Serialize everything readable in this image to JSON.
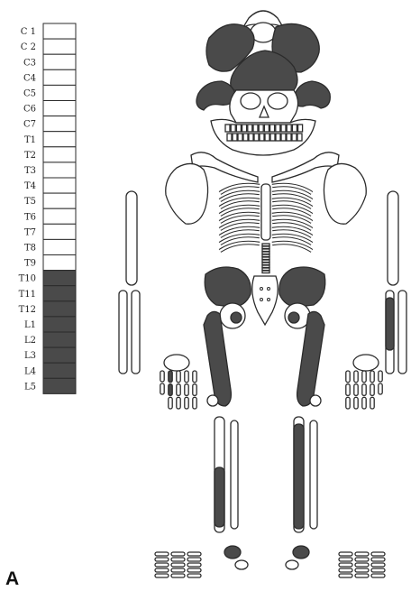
{
  "panel_label": "A",
  "colors": {
    "affected": "#4a4a4a",
    "normal": "#ffffff",
    "outline": "#2b2b2b"
  },
  "vertebral_column": {
    "levels": [
      {
        "label": "C 1",
        "affected": false
      },
      {
        "label": "C 2",
        "affected": false
      },
      {
        "label": "C3",
        "affected": false
      },
      {
        "label": "C4",
        "affected": false
      },
      {
        "label": "C5",
        "affected": false
      },
      {
        "label": "C6",
        "affected": false
      },
      {
        "label": "C7",
        "affected": false
      },
      {
        "label": "T1",
        "affected": false
      },
      {
        "label": "T2",
        "affected": false
      },
      {
        "label": "T3",
        "affected": false
      },
      {
        "label": "T4",
        "affected": false
      },
      {
        "label": "T5",
        "affected": false
      },
      {
        "label": "T6",
        "affected": false
      },
      {
        "label": "T7",
        "affected": false
      },
      {
        "label": "T8",
        "affected": false
      },
      {
        "label": "T9",
        "affected": false
      },
      {
        "label": "T10",
        "affected": true
      },
      {
        "label": "T11",
        "affected": true
      },
      {
        "label": "T12",
        "affected": true
      },
      {
        "label": "L1",
        "affected": true
      },
      {
        "label": "L2",
        "affected": true
      },
      {
        "label": "L3",
        "affected": true
      },
      {
        "label": "L4",
        "affected": true
      },
      {
        "label": "L5",
        "affected": true
      }
    ]
  },
  "skeleton": {
    "affected_regions": [
      "skull",
      "pelvis",
      "femora",
      "tibiae",
      "right-radius",
      "left-hand-phalanx",
      "tali"
    ]
  }
}
